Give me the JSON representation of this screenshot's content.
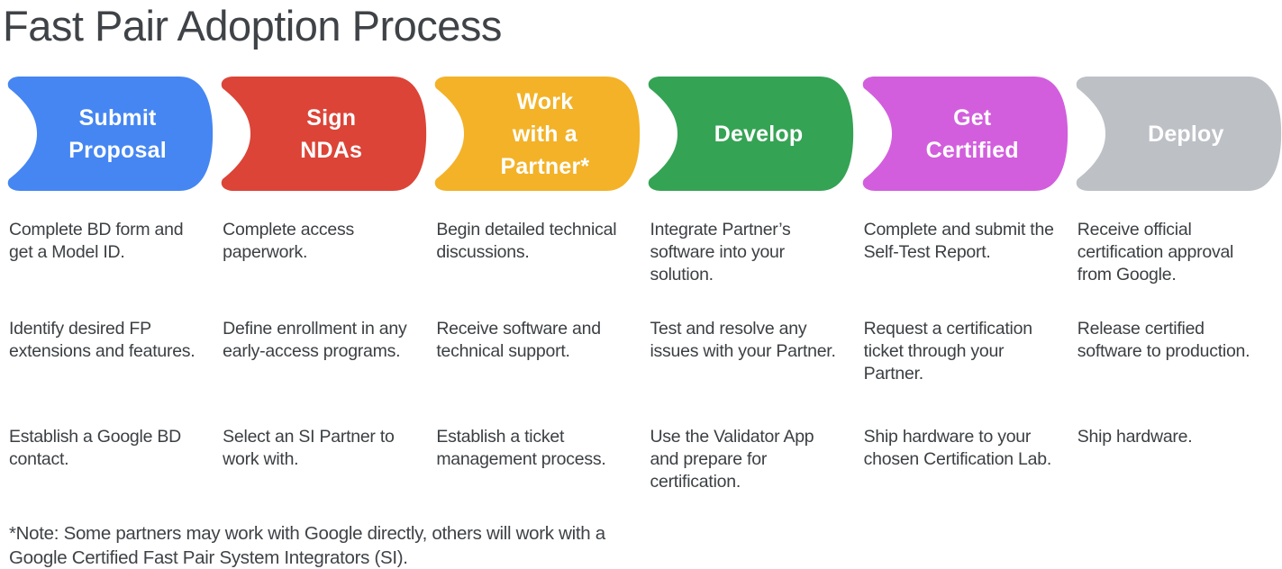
{
  "title": "Fast Pair Adoption Process",
  "label_color": "#ffffff",
  "text_color": "#3c4043",
  "stages": [
    {
      "label": "Submit Proposal",
      "lines": [
        "Submit",
        "Proposal"
      ],
      "color": "#4586F2",
      "steps": [
        "Complete BD form and get a Model ID.",
        "Identify desired FP extensions and features.",
        "Establish a Google BD contact."
      ]
    },
    {
      "label": "Sign NDAs",
      "lines": [
        "Sign",
        "NDAs"
      ],
      "color": "#DC4437",
      "steps": [
        "Complete access paperwork.",
        "Define enrollment in any early-access programs.",
        "Select an SI Partner to work with."
      ]
    },
    {
      "label": "Work with a Partner*",
      "lines": [
        "Work",
        "with a",
        "Partner*"
      ],
      "color": "#F3B228",
      "steps": [
        "Begin detailed technical discussions.",
        "Receive software and technical support.",
        "Establish a ticket management process."
      ]
    },
    {
      "label": "Develop",
      "lines": [
        "Develop"
      ],
      "color": "#35A354",
      "steps": [
        "Integrate Partner’s software into your solution.",
        "Test and resolve any issues with your Partner.",
        "Use the Validator App and prepare for certification."
      ]
    },
    {
      "label": "Get Certified",
      "lines": [
        "Get",
        "Certified"
      ],
      "color": "#D25EDD",
      "steps": [
        "Complete and submit the Self-Test Report.",
        "Request a certification ticket through your Partner.",
        "Ship hardware to your chosen Certification Lab."
      ]
    },
    {
      "label": "Deploy",
      "lines": [
        "Deploy"
      ],
      "color": "#BDC0C5",
      "steps": [
        "Receive official certification approval from Google.",
        "Release certified software to production.",
        "Ship hardware."
      ]
    }
  ],
  "note": "*Note: Some partners may work with Google directly, others will work with a Google Certified Fast Pair System Integrators (SI)."
}
